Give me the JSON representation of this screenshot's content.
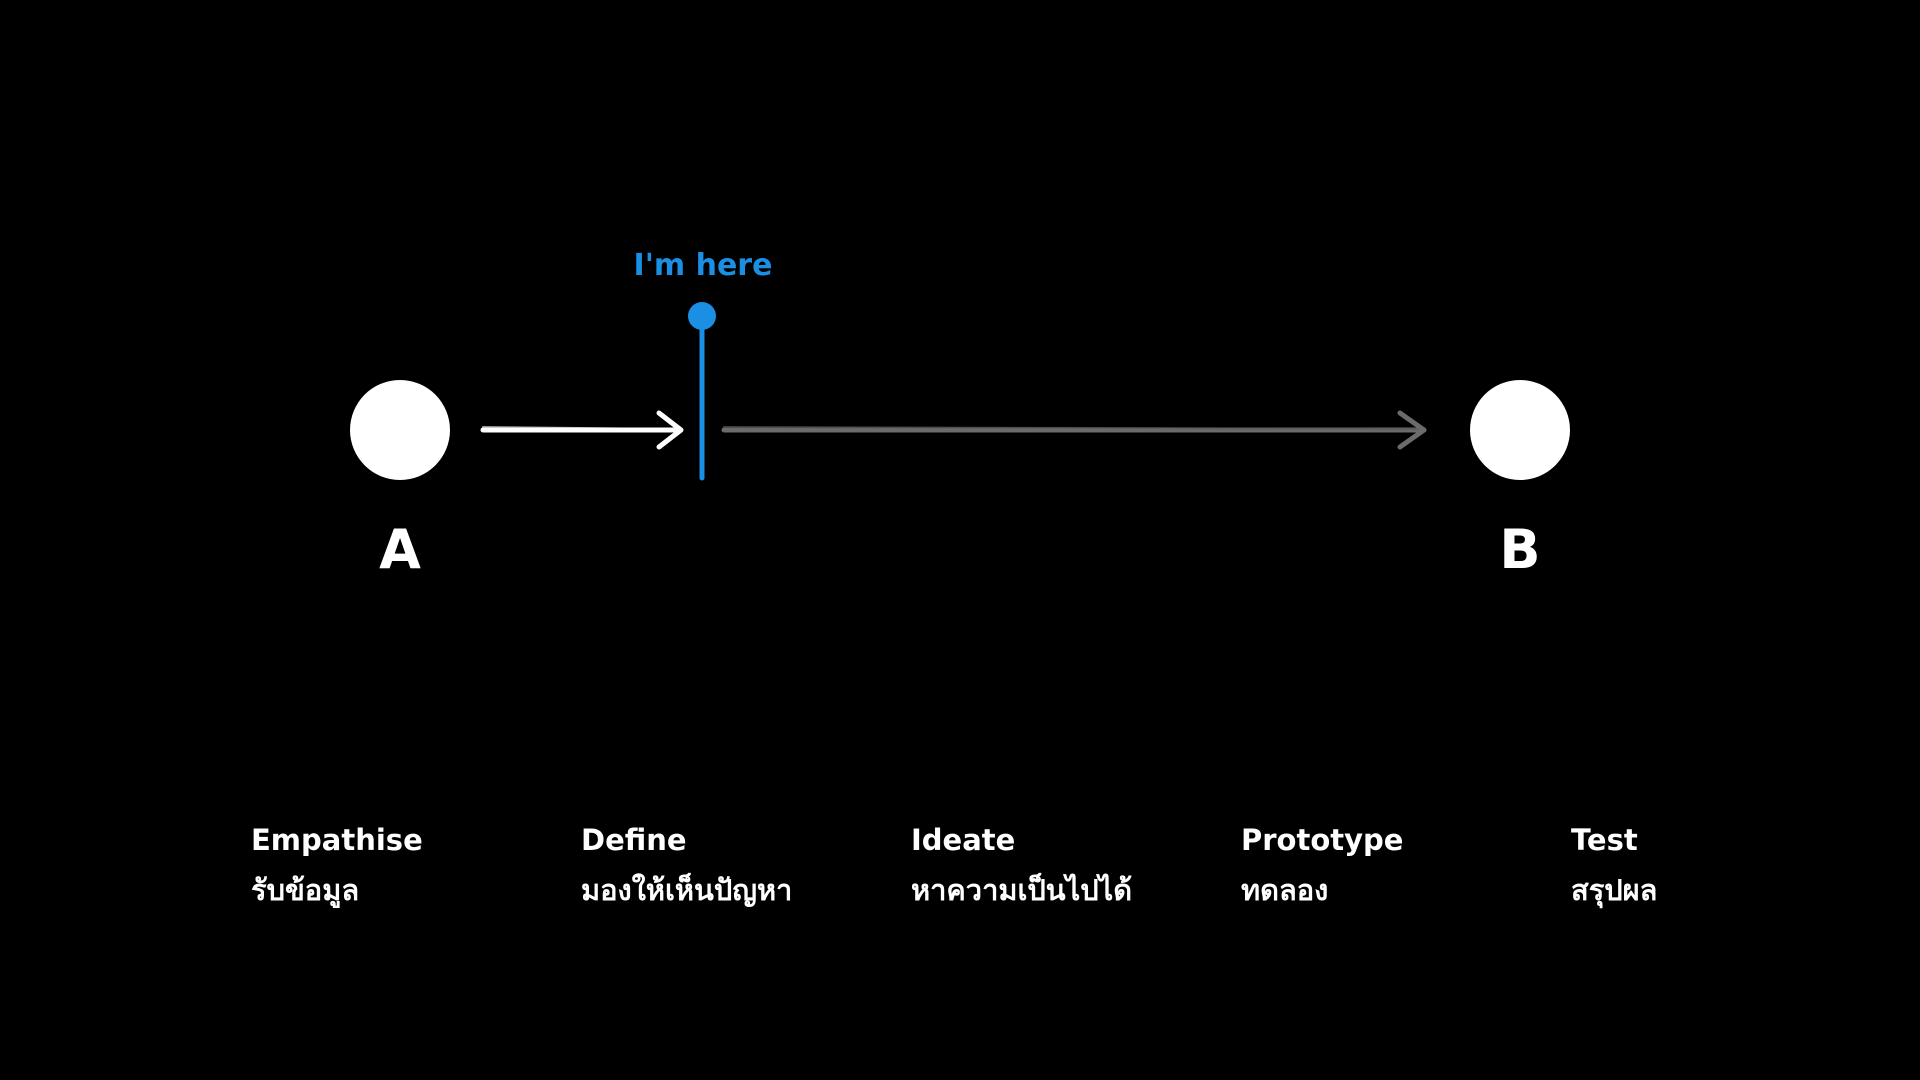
{
  "colors": {
    "background": "#000000",
    "primary": "#ffffff",
    "accent": "#1a8fe3",
    "muted": "#6b6b6b"
  },
  "points": {
    "start_label": "A",
    "end_label": "B"
  },
  "marker": {
    "label": "I'm here"
  },
  "stages": [
    {
      "name": "Empathise",
      "sub": "รับข้อมูล"
    },
    {
      "name": "Define",
      "sub": "มองให้เห็นปัญหา"
    },
    {
      "name": "Ideate",
      "sub": "หาความเป็นไปได้"
    },
    {
      "name": "Prototype",
      "sub": "ทดลอง"
    },
    {
      "name": "Test",
      "sub": "สรุปผล"
    }
  ]
}
